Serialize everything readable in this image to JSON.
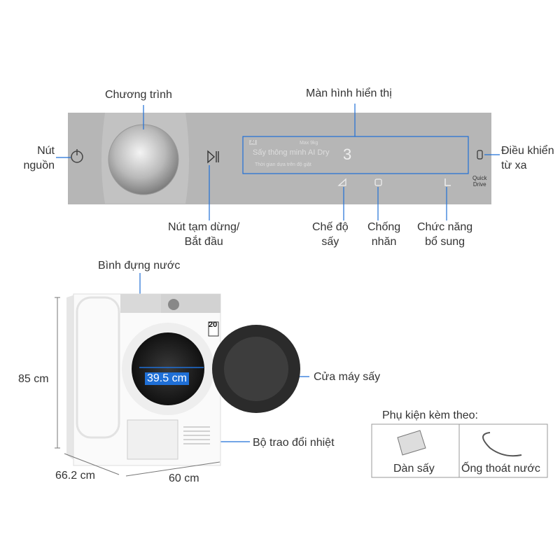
{
  "panel": {
    "program_label": "Chương trình",
    "display_label": "Màn hình hiển thị",
    "power_label_line1": "Nút",
    "power_label_line2": "nguồn",
    "remote_label_line1": "Điều khiển",
    "remote_label_line2": "từ xa",
    "pause_label_line1": "Nút tạm dừng/",
    "pause_label_line2": "Bắt đầu",
    "dry_mode_line1": "Chế độ",
    "dry_mode_line2": "sấy",
    "wrinkle_line1": "Chống",
    "wrinkle_line2": "nhăn",
    "extra_line1": "Chức năng",
    "extra_line2": "bổ sung",
    "quick_drive_line1": "Quick",
    "quick_drive_line2": "Drive",
    "screen": {
      "badge": "AI",
      "max_weight": "Max 9kg",
      "mode_text": "Sấy thông minh AI Dry",
      "sub_text": "Thời gian dựa trên độ giặt",
      "digit": "3"
    }
  },
  "dryer": {
    "water_tank_label": "Bình đựng nước",
    "door_label": "Cửa máy sấy",
    "heat_exchanger_label": "Bộ trao đổi nhiệt",
    "height": "85 cm",
    "depth": "66.2 cm",
    "width": "60 cm",
    "door_diameter": "39.5 cm",
    "warranty_badge": "20"
  },
  "accessories": {
    "title": "Phụ kiện kèm theo:",
    "items": [
      {
        "label": "Dàn sấy"
      },
      {
        "label": "Ống thoát nước"
      }
    ]
  },
  "colors": {
    "accent": "#1f6fd6",
    "panel": "#b5b5b5"
  }
}
